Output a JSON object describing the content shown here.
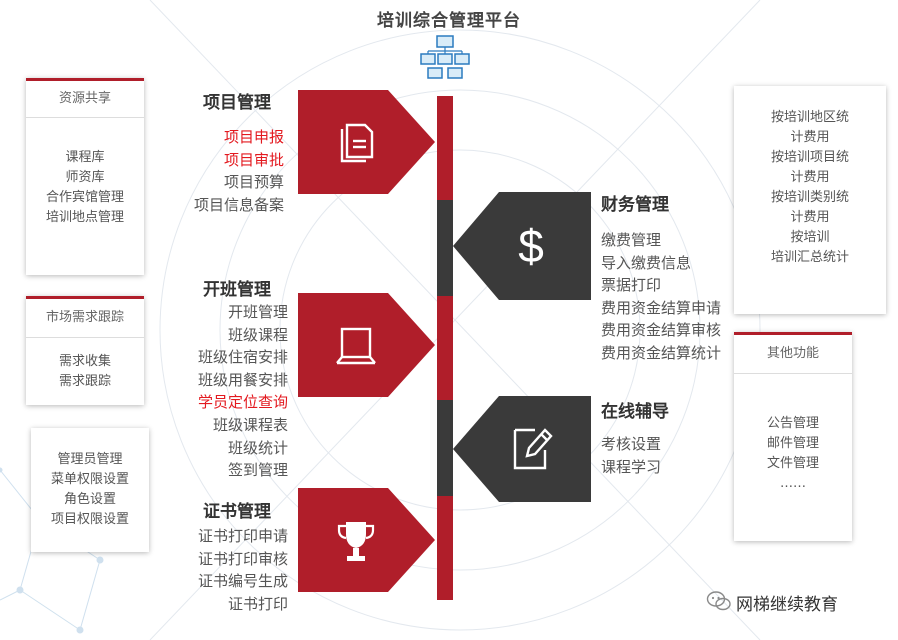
{
  "title": "培训综合管理平台",
  "left_cards": [
    {
      "header": "资源共享",
      "items": [
        "课程库",
        "师资库",
        "合作宾馆管理",
        "培训地点管理"
      ]
    },
    {
      "header": "市场需求跟踪",
      "items": [
        "需求收集",
        "需求跟踪"
      ]
    },
    {
      "header": "",
      "items": [
        "管理员管理",
        "菜单权限设置",
        "角色设置",
        "项目权限设置"
      ]
    }
  ],
  "project": {
    "title": "项目管理",
    "items": [
      "项目申报",
      "项目审批",
      "项目预算",
      "项目信息备案"
    ]
  },
  "class": {
    "title": "开班管理",
    "items": [
      "开班管理",
      "班级课程",
      "班级住宿安排",
      "班级用餐安排",
      "学员定位查询",
      "班级课程表",
      "班级统计",
      "签到管理"
    ]
  },
  "certificate": {
    "title": "证书管理",
    "items": [
      "证书打印申请",
      "证书打印审核",
      "证书编号生成",
      "证书打印"
    ]
  },
  "finance": {
    "title": "财务管理",
    "items": [
      "缴费管理",
      "导入缴费信息",
      "票据打印",
      "费用资金结算申请",
      "费用资金结算审核",
      "费用资金结算统计"
    ]
  },
  "online": {
    "title": "在线辅导",
    "items": [
      "考核设置",
      "课程学习"
    ]
  },
  "right_cards": [
    {
      "header": "",
      "items": [
        "按培训地区统",
        "计费用",
        "按培训项目统",
        "计费用",
        "按培训类别统",
        "计费用",
        "按培训",
        "培训汇总统计"
      ]
    },
    {
      "header": "其他功能",
      "items": [
        "公告管理",
        "邮件管理",
        "文件管理",
        "……"
      ]
    }
  ],
  "watermark": "网梯继续教育",
  "colors": {
    "red": "#b01e2a",
    "dark": "#3a3a3a",
    "highlight": "#e3191f"
  }
}
